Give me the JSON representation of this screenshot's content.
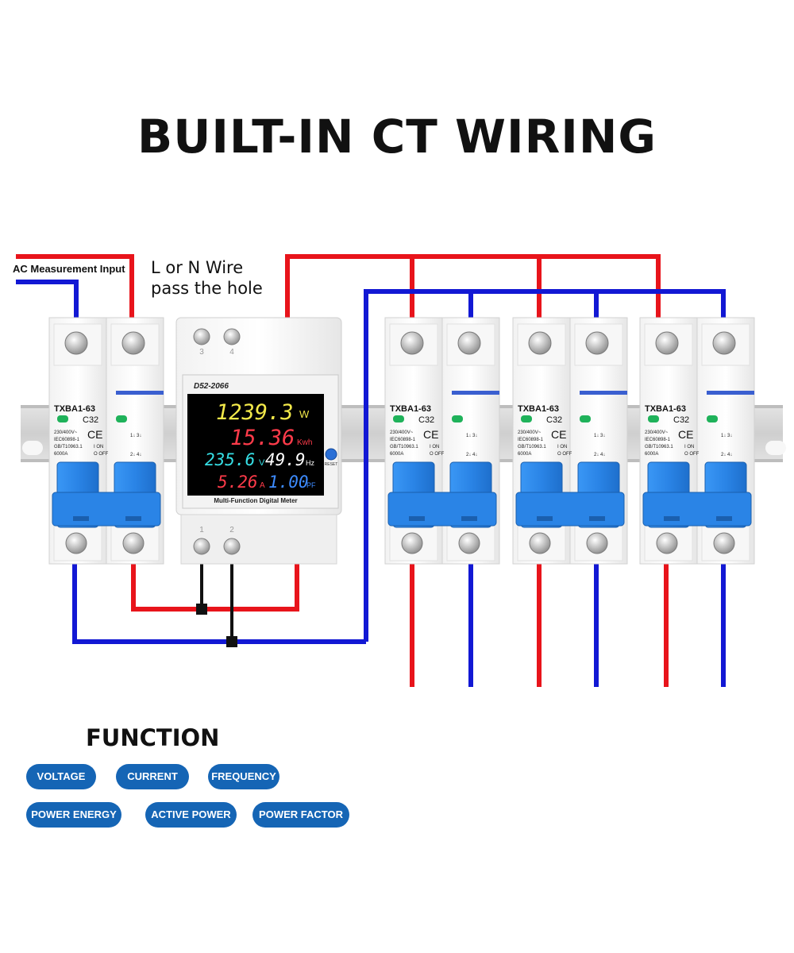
{
  "title": "BUILT-IN CT WIRING",
  "labels": {
    "ac_input": "AC Measurement Input",
    "wire_line1": "L or N Wire",
    "wire_line2": "pass the hole"
  },
  "breaker": {
    "model": "TXBA1-63",
    "rating": "C32",
    "voltage": "230/400V~",
    "standard1": "IEC60898-1",
    "standard2": "GB/T10963.1",
    "capacity": "6000A",
    "on_label": "I ON",
    "off_label": "O OFF",
    "ce_mark": "CE",
    "terminal_top": "1↓ 3↓",
    "terminal_bottom": "2↓ 4↓"
  },
  "meter": {
    "model": "D52-2066",
    "power": "1239.3",
    "power_unit": "W",
    "energy": "15.36",
    "energy_unit": "Kwh",
    "voltage": "235.6",
    "voltage_unit": "V",
    "frequency": "49.9",
    "frequency_unit": "Hz",
    "current": "5.26",
    "current_unit": "A",
    "pf": "1.00",
    "pf_unit": "PF",
    "reset_label": "RESET",
    "caption": "Multi-Function Digital Meter",
    "terminal_top_1": "3",
    "terminal_top_2": "4",
    "terminal_bottom_1": "1",
    "terminal_bottom_2": "2"
  },
  "function": {
    "heading": "FUNCTION",
    "items": [
      "VOLTAGE",
      "CURRENT",
      "FREQUENCY",
      "POWER ENERGY",
      "ACTIVE POWER",
      "POWER FACTOR"
    ]
  },
  "colors": {
    "live_wire": "#e8141b",
    "neutral_wire": "#1218d4",
    "breaker_handle": "#2f8ff0",
    "pill": "#1565b5",
    "status_led": "#1fb25a",
    "lcd_yellow": "#f3e94a",
    "lcd_red": "#ff3b4a",
    "lcd_cyan": "#36e0e6",
    "lcd_white": "#ffffff",
    "lcd_blue": "#3d8bff"
  }
}
